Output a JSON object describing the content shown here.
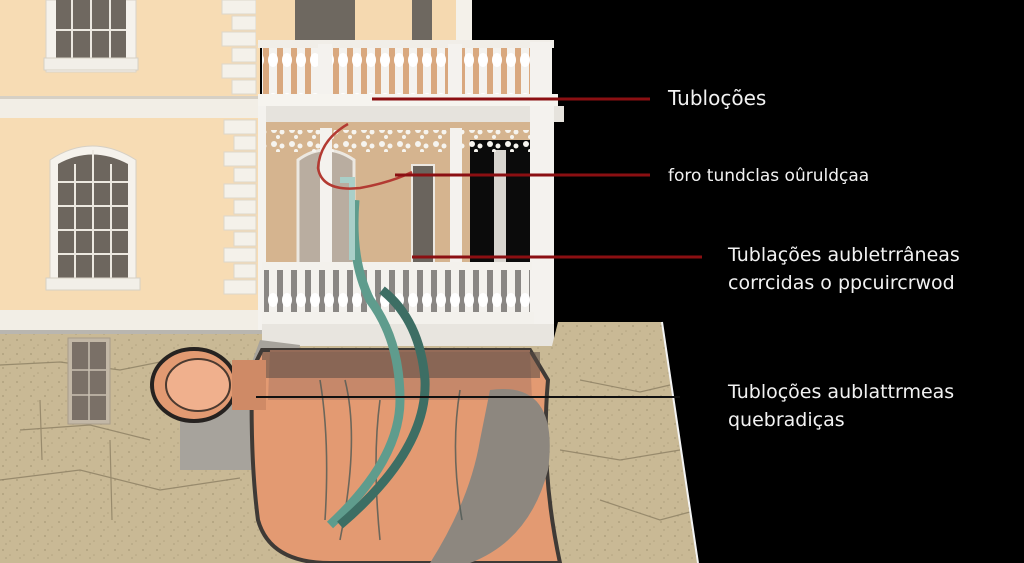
{
  "diagram": {
    "subject": "Cross-section of a two-storey house with balcony showing underground pipes",
    "colors": {
      "background": "#000000",
      "facade": "#f7dcb4",
      "trim": "#f3f0e8",
      "soil": "#c9b995",
      "clay": "#e39a72",
      "pipe": "#5f9c8d",
      "leader_red": "#8b0f12",
      "leader_black": "#111111",
      "label_text": "#f2f2f2"
    },
    "labels": [
      {
        "id": "upper-pipes",
        "lines": [
          "Tubloções"
        ],
        "leader_color": "#8b0f12"
      },
      {
        "id": "balcony-pipe",
        "lines": [
          "foro tundclas oûruldçaa"
        ],
        "leader_color": "#8b0f12"
      },
      {
        "id": "corroded-pipes",
        "lines": [
          "Tublações aubletrrâneas",
          "corrcidas o ppcuircrwod"
        ],
        "leader_color": "#8b0f12"
      },
      {
        "id": "broken-pipes",
        "lines": [
          "Tubloções aublattrmeas",
          "quebradiças"
        ],
        "leader_color": "#111111"
      }
    ]
  }
}
